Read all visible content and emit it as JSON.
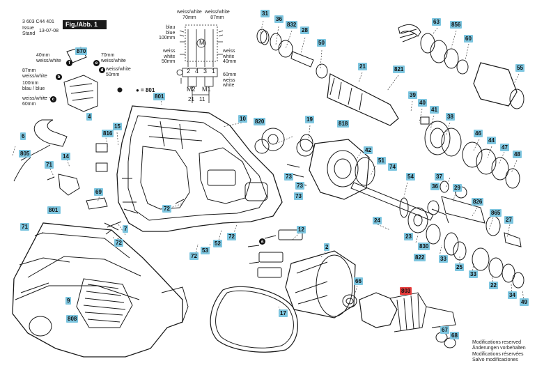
{
  "header": {
    "part_number": "3 603 C44 401",
    "issue_label": "Issue",
    "stand_label": "Stand",
    "date": "13-07-08",
    "figure_label": "Fig./Abb. 1"
  },
  "modifications": [
    "Modifications reserved",
    "Änderungen vorbehalten",
    "Modifications réservées",
    "Salvo modificaciones"
  ],
  "wiring": {
    "top_left": [
      "weiss/white",
      "70mm"
    ],
    "top_right": [
      "weiss/white",
      "87mm"
    ],
    "blue_100": [
      "blau",
      "blue",
      "100mm"
    ],
    "white_50": [
      "weiss",
      "white",
      "50mm"
    ],
    "white_40": [
      "weiss",
      "white",
      "40mm"
    ],
    "white_60": [
      "60mm",
      "weiss",
      "white"
    ],
    "terminals": [
      "2",
      "4",
      "3",
      "1"
    ],
    "motor_labels": [
      "M",
      "M2",
      "M1"
    ],
    "bottom_pins": [
      "21",
      "11"
    ]
  },
  "switch_leads": {
    "l40": [
      "40mm",
      "weiss/white"
    ],
    "l70": [
      "70mm",
      "weiss/white"
    ],
    "l87": [
      "87mm",
      "weiss/white"
    ],
    "l50": [
      "weiss/white",
      "50mm"
    ],
    "l100": [
      "100mm",
      "blau / blue"
    ],
    "l60": [
      "weiss/white",
      "60mm"
    ],
    "letters": [
      "f",
      "e",
      "d",
      "b",
      "c",
      "a"
    ]
  },
  "callouts": [
    {
      "t": "31"
    },
    {
      "t": "36"
    },
    {
      "t": "832"
    },
    {
      "t": "28"
    },
    {
      "t": "50"
    },
    {
      "t": "21"
    },
    {
      "t": "821"
    },
    {
      "t": "63"
    },
    {
      "t": "856"
    },
    {
      "t": "60"
    },
    {
      "t": "55"
    },
    {
      "t": "39"
    },
    {
      "t": "40"
    },
    {
      "t": "41"
    },
    {
      "t": "38"
    },
    {
      "t": "46"
    },
    {
      "t": "44"
    },
    {
      "t": "47"
    },
    {
      "t": "48"
    },
    {
      "t": "10"
    },
    {
      "t": "820"
    },
    {
      "t": "19"
    },
    {
      "t": "818"
    },
    {
      "t": "42"
    },
    {
      "t": "51"
    },
    {
      "t": "74"
    },
    {
      "t": "54"
    },
    {
      "t": "37"
    },
    {
      "t": "36"
    },
    {
      "t": "29"
    },
    {
      "t": "826"
    },
    {
      "t": "865"
    },
    {
      "t": "27"
    },
    {
      "t": "73"
    },
    {
      "t": "73"
    },
    {
      "t": "73"
    },
    {
      "t": "24"
    },
    {
      "t": "23"
    },
    {
      "t": "830"
    },
    {
      "t": "822"
    },
    {
      "t": "33"
    },
    {
      "t": "25"
    },
    {
      "t": "33"
    },
    {
      "t": "22"
    },
    {
      "t": "34"
    },
    {
      "t": "49"
    },
    {
      "t": "870"
    },
    {
      "t": "801"
    },
    {
      "t": "801"
    },
    {
      "t": "4"
    },
    {
      "t": "6"
    },
    {
      "t": "816"
    },
    {
      "t": "15"
    },
    {
      "t": "805"
    },
    {
      "t": "14"
    },
    {
      "t": "71"
    },
    {
      "t": "69"
    },
    {
      "t": "72"
    },
    {
      "t": "801"
    },
    {
      "t": "71"
    },
    {
      "t": "7"
    },
    {
      "t": "72"
    },
    {
      "t": "72"
    },
    {
      "t": "53"
    },
    {
      "t": "52"
    },
    {
      "t": "72"
    },
    {
      "t": "12"
    },
    {
      "t": "2"
    },
    {
      "t": "9"
    },
    {
      "t": "808"
    },
    {
      "t": "17"
    },
    {
      "t": "66"
    },
    {
      "t": "803",
      "hl": true
    },
    {
      "t": "67"
    },
    {
      "t": "68"
    }
  ],
  "bullet_ref": "801",
  "colors": {
    "callout": "#7ec6e0",
    "highlight": "#e63b3b",
    "line": "#1a1a1a"
  }
}
